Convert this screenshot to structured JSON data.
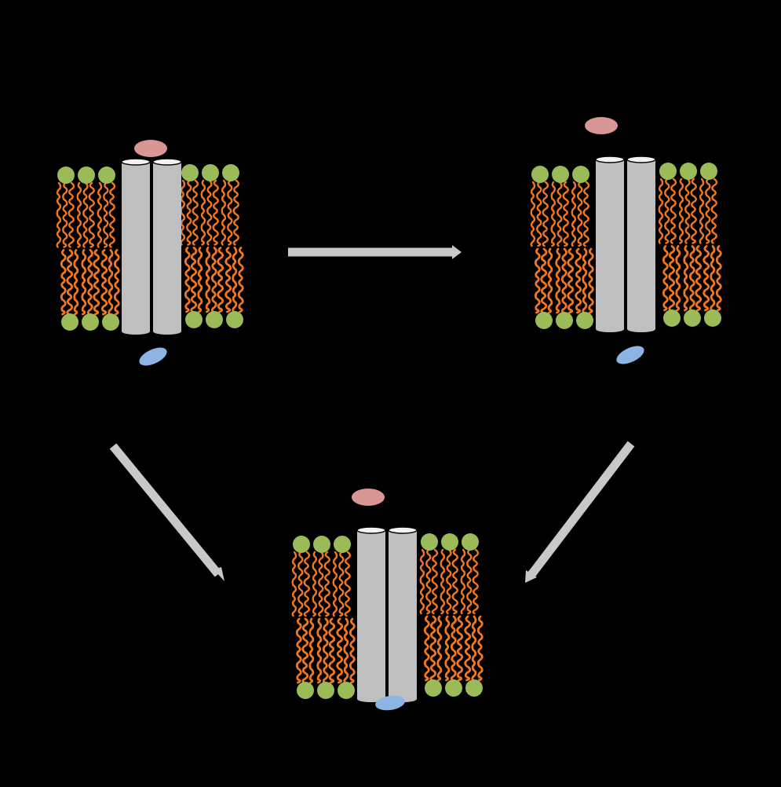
{
  "colors": {
    "background": "#000000",
    "lipid_head": "#9bbb59",
    "lipid_tail": "#f07820",
    "channel_body": "#bfbfbf",
    "channel_top": "#f2f2f2",
    "ligand_extracellular": "#d99694",
    "ligand_intracellular": "#8eb4e3",
    "arrow": "#c8c8c8"
  },
  "states": [
    {
      "name": "state-top-left",
      "ligand_out": "bound",
      "ligand_in": "unbound"
    },
    {
      "name": "state-top-right",
      "ligand_out": "unbound",
      "ligand_in": "unbound"
    },
    {
      "name": "state-bottom",
      "ligand_out": "unbound",
      "ligand_in": "bound"
    }
  ],
  "transitions": [
    {
      "from": "state-top-left",
      "to": "state-top-right"
    },
    {
      "from": "state-top-left",
      "to": "state-bottom"
    },
    {
      "from": "state-top-right",
      "to": "state-bottom"
    }
  ]
}
